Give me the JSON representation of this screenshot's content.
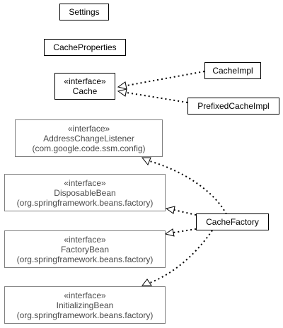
{
  "classes": {
    "settings": {
      "name": "Settings"
    },
    "cache_properties": {
      "name": "CacheProperties"
    },
    "cache": {
      "stereotype": "«interface»",
      "name": "Cache"
    },
    "cache_impl": {
      "name": "CacheImpl"
    },
    "prefixed_cache_impl": {
      "name": "PrefixedCacheImpl"
    },
    "address_change_listener": {
      "stereotype": "«interface»",
      "name": "AddressChangeListener",
      "package": "(com.google.code.ssm.config)"
    },
    "disposable_bean": {
      "stereotype": "«interface»",
      "name": "DisposableBean",
      "package": "(org.springframework.beans.factory)"
    },
    "factory_bean": {
      "stereotype": "«interface»",
      "name": "FactoryBean",
      "package": "(org.springframework.beans.factory)"
    },
    "initializing_bean": {
      "stereotype": "«interface»",
      "name": "InitializingBean",
      "package": "(org.springframework.beans.factory)"
    },
    "cache_factory": {
      "name": "CacheFactory"
    }
  },
  "relations": [
    {
      "from": "CacheImpl",
      "to": "Cache",
      "kind": "realization"
    },
    {
      "from": "PrefixedCacheImpl",
      "to": "Cache",
      "kind": "realization"
    },
    {
      "from": "CacheFactory",
      "to": "AddressChangeListener",
      "kind": "realization"
    },
    {
      "from": "CacheFactory",
      "to": "DisposableBean",
      "kind": "realization"
    },
    {
      "from": "CacheFactory",
      "to": "FactoryBean",
      "kind": "realization"
    },
    {
      "from": "CacheFactory",
      "to": "InitializingBean",
      "kind": "realization"
    }
  ],
  "colors": {
    "border": "#000000",
    "external_border": "#7f7f7f",
    "external_text": "#4a4a4a",
    "edge": "#000000"
  }
}
